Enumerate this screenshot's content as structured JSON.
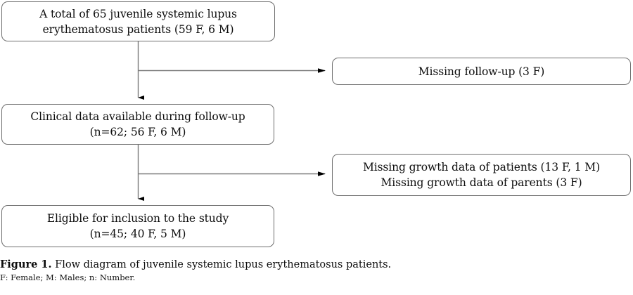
{
  "figure": {
    "caption_label": "Figure 1.",
    "caption_text": " Flow diagram of juvenile systemic lupus erythematosus patients.",
    "footnote": "F: Female; M: Males; n: Number.",
    "colors": {
      "box_border": "#6e6e6e",
      "connector": "#7a7a7a",
      "arrowhead": "#000000",
      "text": "#0d0d0d",
      "background": "#ffffff"
    }
  },
  "chart_data": {
    "type": "diagram",
    "title": "Flow diagram of juvenile systemic lupus erythematosus patients",
    "orientation": "top-to-bottom",
    "nodes": [
      {
        "id": "total",
        "kind": "main",
        "lines": [
          "A total of 65 juvenile systemic lupus",
          "erythematosus patients (59 F, 6 M)"
        ],
        "n": 65,
        "female": 59,
        "male": 6
      },
      {
        "id": "missing-follow-up",
        "kind": "excluded",
        "lines": [
          "Missing follow-up (3 F)"
        ],
        "female": 3,
        "male": 0
      },
      {
        "id": "clinical",
        "kind": "main",
        "lines": [
          "Clinical data available during follow-up",
          "(n=62; 56 F, 6 M)"
        ],
        "n": 62,
        "female": 56,
        "male": 6
      },
      {
        "id": "missing-growth",
        "kind": "excluded",
        "lines": [
          "Missing growth data of patients (13 F, 1 M)",
          "Missing growth data of parents (3 F)"
        ]
      },
      {
        "id": "eligible",
        "kind": "main",
        "lines": [
          "Eligible for inclusion to the study",
          "(n=45; 40 F, 5 M)"
        ],
        "n": 45,
        "female": 40,
        "male": 5
      }
    ],
    "edges": [
      {
        "from": "total",
        "to": "clinical",
        "style": "arrow-down"
      },
      {
        "from": "total",
        "to": "missing-follow-up",
        "style": "arrow-right"
      },
      {
        "from": "clinical",
        "to": "eligible",
        "style": "arrow-down"
      },
      {
        "from": "clinical",
        "to": "missing-growth",
        "style": "arrow-right"
      }
    ]
  }
}
